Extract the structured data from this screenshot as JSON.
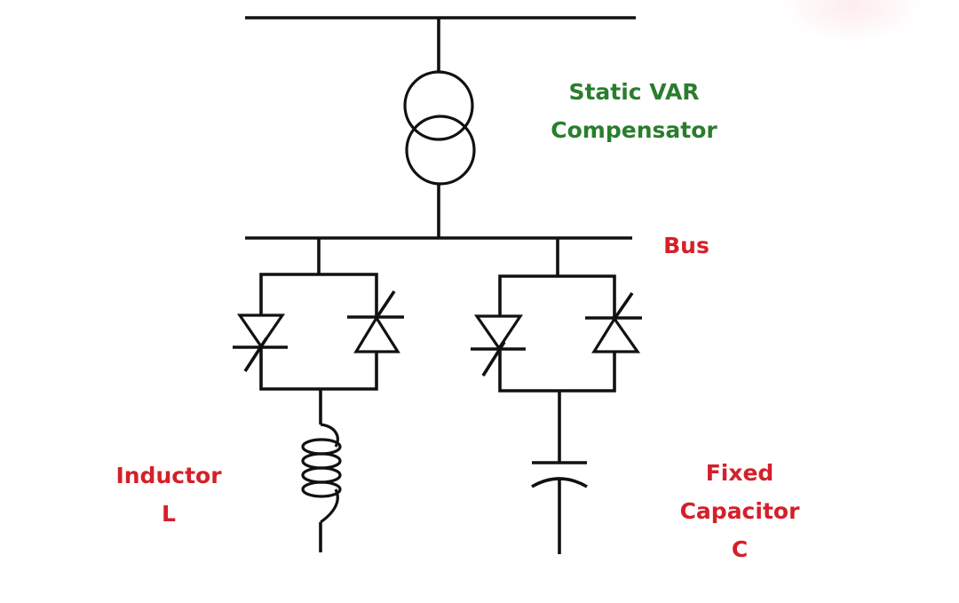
{
  "diagram": {
    "title": "Static VAR Compensator",
    "type": "circuit-schematic",
    "colors": {
      "title_text": "#2a7d2e",
      "label_text": "#d4202a",
      "wire": "#111111",
      "background": "#ffffff"
    },
    "labels": {
      "svc_line1": "Static VAR",
      "svc_line2": "Compensator",
      "bus": "Bus",
      "inductor_line1": "Inductor",
      "inductor_line2": "L",
      "capacitor_line1": "Fixed",
      "capacitor_line2": "Capacitor",
      "capacitor_line3": "C"
    },
    "components": [
      {
        "id": "supply-bus",
        "kind": "busbar"
      },
      {
        "id": "transformer",
        "kind": "two-winding-transformer"
      },
      {
        "id": "bus",
        "kind": "busbar",
        "label_key": "bus"
      },
      {
        "id": "tcr-thyristor-pair",
        "kind": "anti-parallel-thyristors",
        "branch": "inductor"
      },
      {
        "id": "inductor",
        "kind": "inductor",
        "turns": 4,
        "label_key": "inductor_line1"
      },
      {
        "id": "tsc-thyristor-pair",
        "kind": "anti-parallel-thyristors",
        "branch": "capacitor"
      },
      {
        "id": "capacitor",
        "kind": "fixed-capacitor",
        "label_key": "capacitor_line2"
      }
    ]
  }
}
